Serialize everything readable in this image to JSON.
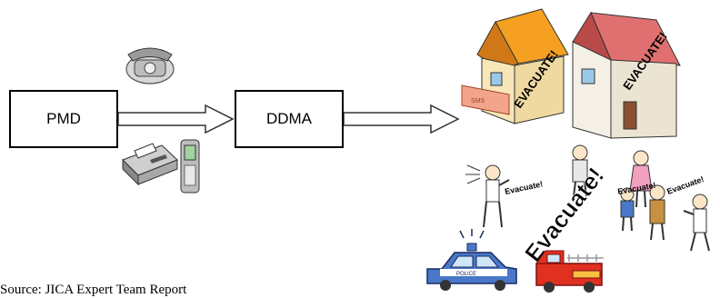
{
  "nodes": {
    "pmd": "PMD",
    "ddma": "DDMA"
  },
  "illustrations": {
    "house_sign_1": "EVACUATE!",
    "house_sign_2": "EVACUATE!",
    "house_tag": "SMS",
    "shout_1": "Evacuate!",
    "shout_2": "Evacuate!",
    "shout_3": "Evacuate!",
    "evacuate_banner": "Evacuate!",
    "police_label": "POLICE"
  },
  "caption": "Source: JICA Expert Team Report",
  "icons": [
    "telephone-icon",
    "fax-machine-icon",
    "mobile-phone-icon",
    "house-icon",
    "people-icon",
    "police-car-icon",
    "fire-truck-icon"
  ],
  "colors": {
    "roof_orange": "#f5a020",
    "roof_pink": "#e07070",
    "wall_cream": "#f7e6b8",
    "police_blue": "#4a78c8",
    "fire_red": "#e03020"
  }
}
